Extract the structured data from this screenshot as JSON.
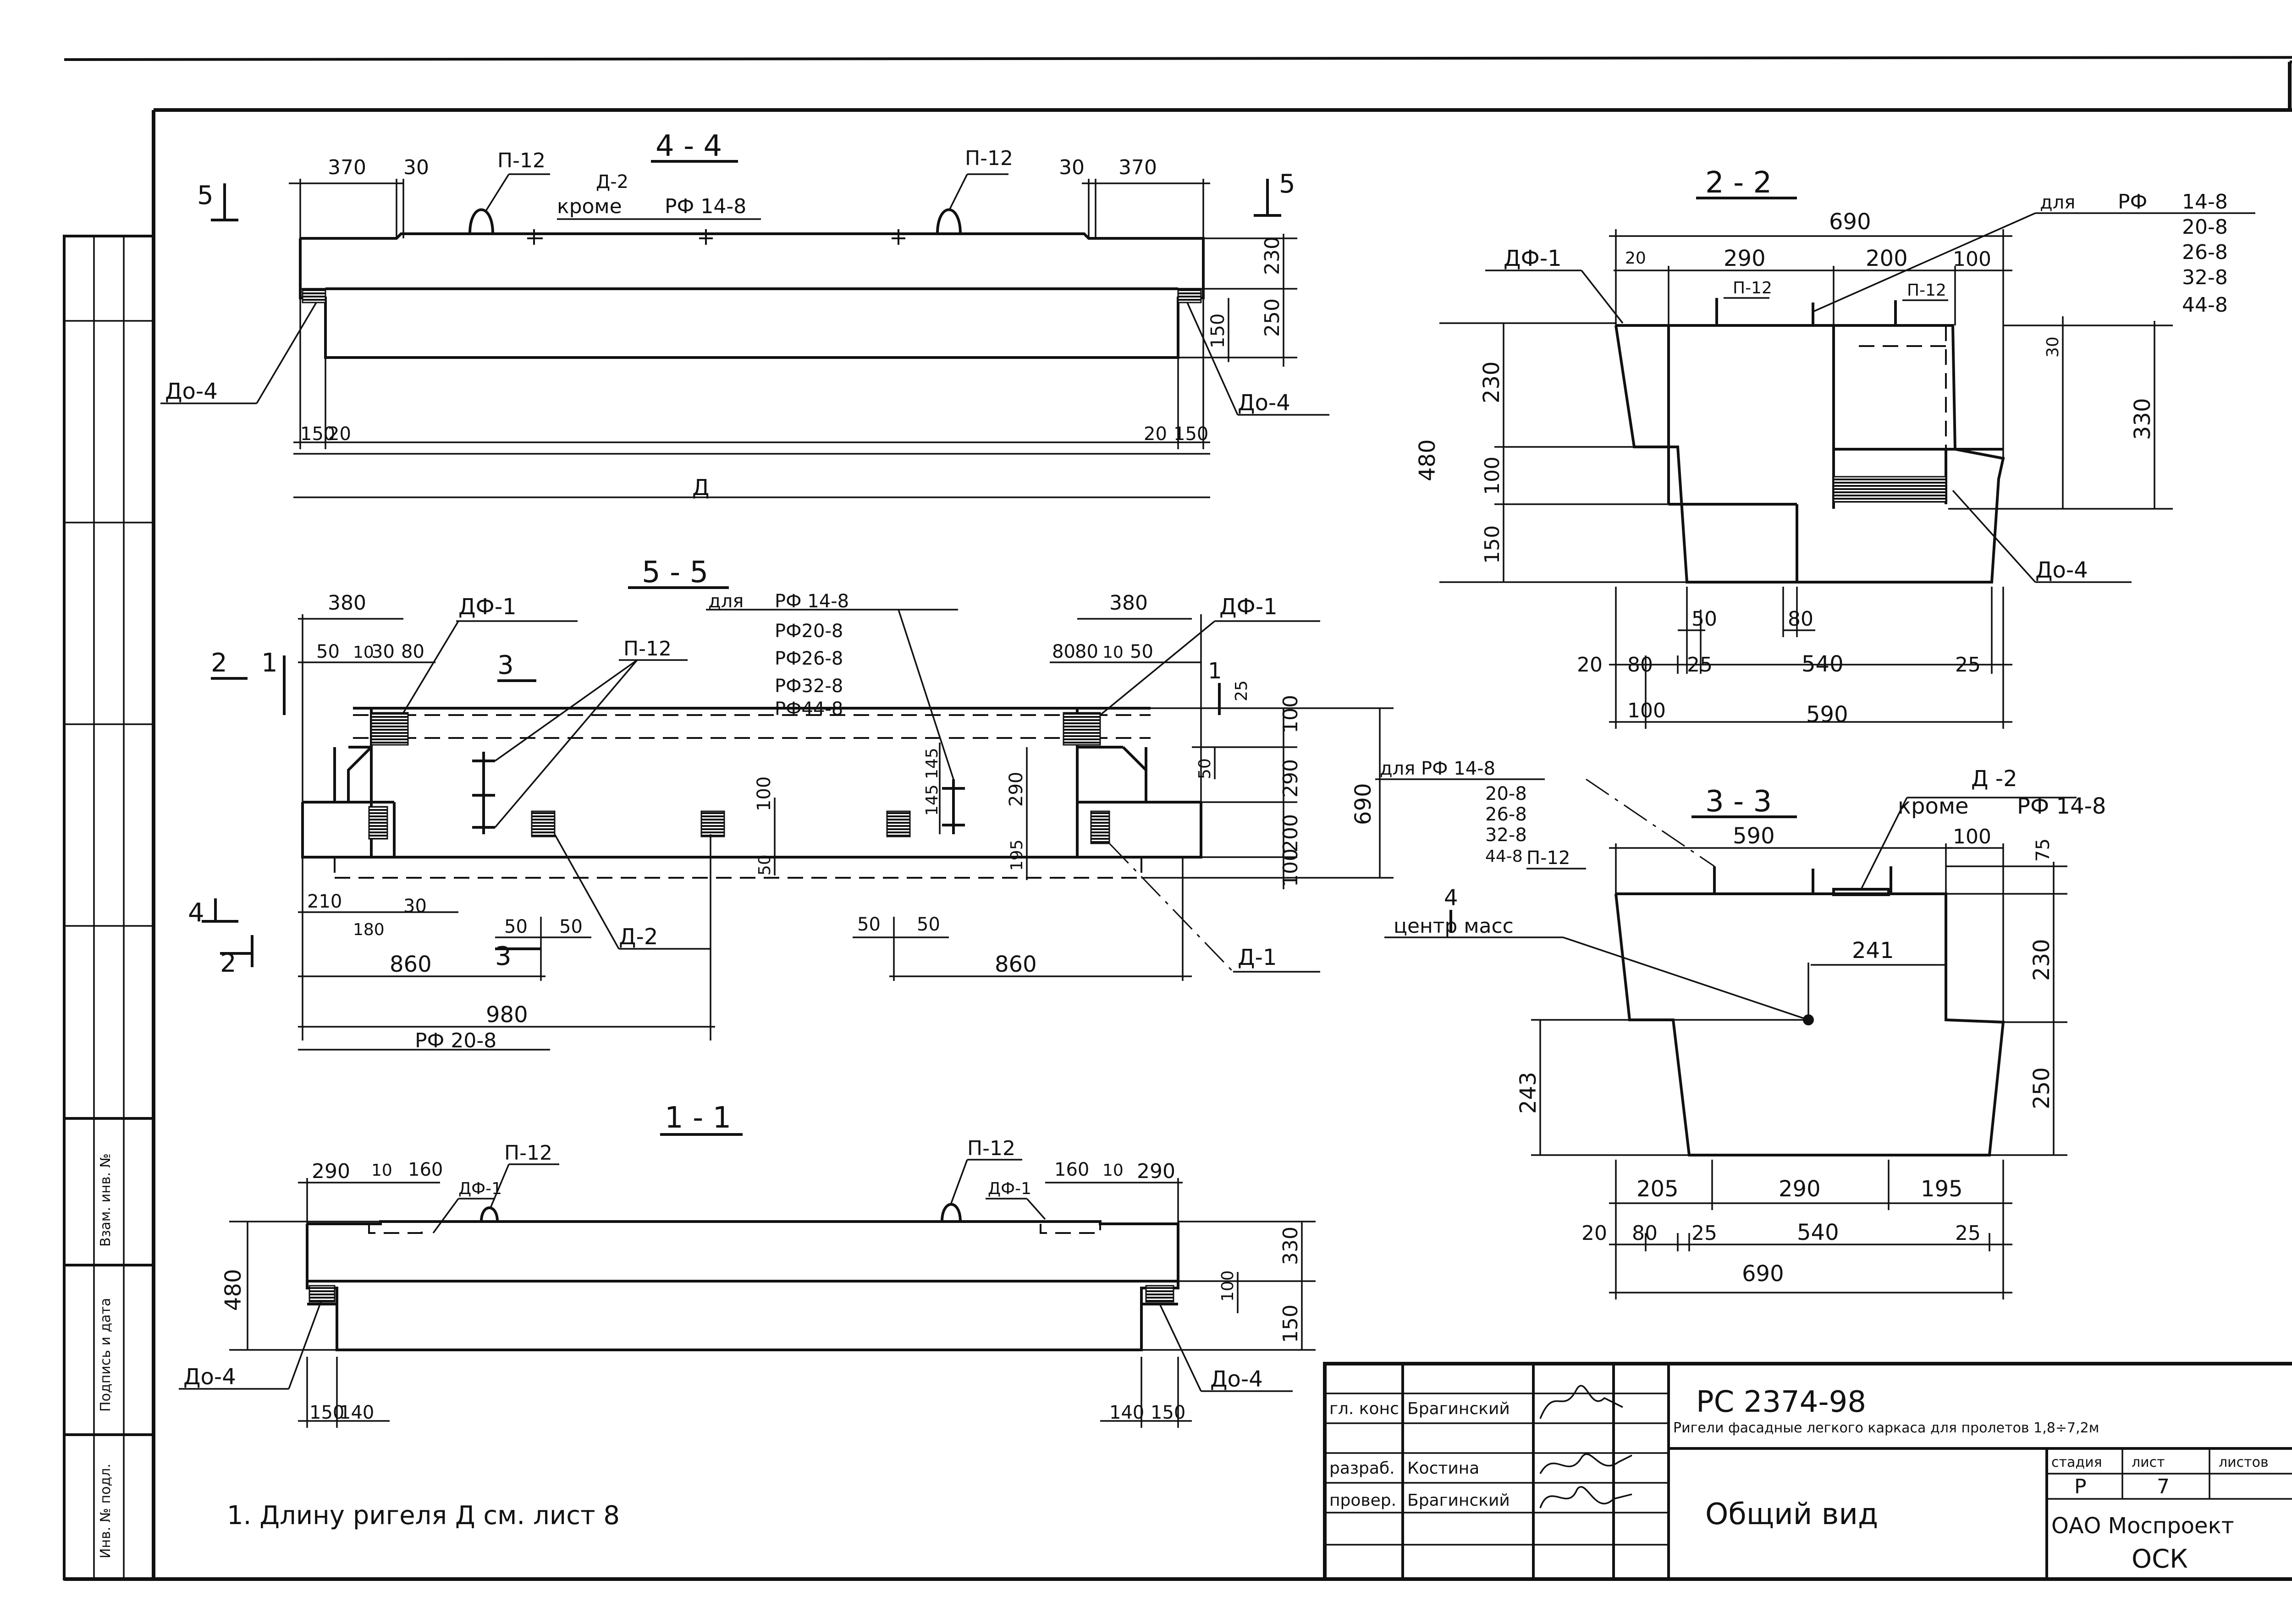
{
  "sections": {
    "s44": {
      "title": "4 - 4",
      "marker": "5",
      "marker_right": "5",
      "dims": {
        "d370a": "370",
        "d30a": "30",
        "d30b": "30",
        "d370b": "370",
        "d230": "230",
        "d250": "250",
        "d150v": "150",
        "d150a": "150",
        "d20a": "20",
        "d20b": "20",
        "d150b": "150",
        "dL": "Д"
      },
      "labels": {
        "p12a": "П-12",
        "p12b": "П-12",
        "d2": "Д-2",
        "krome": "кроме",
        "rf148": "РФ 14-8",
        "do4a": "До-4",
        "do4b": "До-4"
      }
    },
    "s55": {
      "title": "5 - 5",
      "dims": {
        "d380a": "380",
        "d50a": "50",
        "d10a": "10",
        "d30a": "30",
        "d80a": "80",
        "d380b": "380",
        "d80b": "80",
        "d80c": "80",
        "d10b": "10",
        "d50b": "50",
        "d100": "100",
        "d290": "290",
        "d200": "200",
        "d100b": "100",
        "d690": "690",
        "d25": "25",
        "d50c": "50",
        "d145a": "145",
        "d145b": "145",
        "d290b": "290",
        "d100c": "100",
        "d195": "195",
        "d50d": "50",
        "d210": "210",
        "d180": "180",
        "d30b": "30",
        "d50e": "50",
        "d50f": "50",
        "d50g": "50",
        "d50h": "50",
        "d860a": "860",
        "d860b": "860",
        "d980": "980"
      },
      "labels": {
        "df1a": "ДФ-1",
        "df1b": "ДФ-1",
        "p12": "П-12",
        "dlya": "для",
        "rf148": "РФ 14-8",
        "rf208": "РФ20-8",
        "rf268": "РФ26-8",
        "rf328": "РФ32-8",
        "rf448": "РФ44-8",
        "d2": "Д-2",
        "d1": "Д-1",
        "rf208b": "РФ 20-8",
        "cut2": "2",
        "cut1": "1",
        "cut3": "3",
        "cut4": "4",
        "cut2b": "2",
        "cut3b": "3",
        "cut1r": "1"
      }
    },
    "s11": {
      "title": "1 - 1",
      "dims": {
        "d290a": "290",
        "d10a": "10",
        "d160a": "160",
        "d160b": "160",
        "d10b": "10",
        "d290b": "290",
        "d480": "480",
        "d330": "330",
        "d100": "100",
        "d150v": "150",
        "d150a": "150",
        "d140a": "140",
        "d140b": "140",
        "d150b": "150"
      },
      "labels": {
        "p12a": "П-12",
        "p12b": "П-12",
        "df1a": "ДФ-1",
        "df1b": "ДФ-1",
        "do4a": "До-4",
        "do4b": "До-4"
      }
    },
    "s22": {
      "title": "2 - 2",
      "dims": {
        "d690": "690",
        "d20": "20",
        "d290": "290",
        "d200": "200",
        "d100": "100",
        "d230": "230",
        "d480": "480",
        "d100v": "100",
        "d150v": "150",
        "d30": "30",
        "d330": "330",
        "d50": "50",
        "d80": "80",
        "d20b": "20",
        "d80b": "80",
        "d25a": "25",
        "d540": "540",
        "d25b": "25",
        "d100b": "100",
        "d590": "590"
      },
      "labels": {
        "df1": "ДФ-1",
        "p12a": "П-12",
        "p12b": "П-12",
        "dlya": "для",
        "rf": "РФ",
        "rf148": "14-8",
        "rf208": "20-8",
        "rf268": "26-8",
        "rf328": "32-8",
        "rf448": "44-8",
        "do4": "До-4"
      }
    },
    "s33": {
      "title": "3 - 3",
      "dims": {
        "d590": "590",
        "d100": "100",
        "d75": "75",
        "d230": "230",
        "d241": "241",
        "d243": "243",
        "d250": "250",
        "d205": "205",
        "d290": "290",
        "d195": "195",
        "d20": "20",
        "d80": "80",
        "d25a": "25",
        "d540": "540",
        "d25b": "25",
        "d690": "690"
      },
      "labels": {
        "d2": "Д -2",
        "krome": "кроме",
        "rf148": "РФ 14-8",
        "dlya": "для РФ 14-8",
        "rf208": "20-8",
        "rf268": "26-8",
        "rf328": "32-8",
        "rf448": "44-8",
        "p12": "П-12",
        "center": "центр масс",
        "cut4": "4"
      }
    }
  },
  "note": "1. Длину ригеля Д см. лист 8",
  "side_stamp": {
    "c1": "Инв. № подл.",
    "c2": "Подпись и дата",
    "c3": "Взам. инв. №"
  },
  "title_block": {
    "r1_role": "гл. конс",
    "r1_name": "Брагинский",
    "r2_role": "разраб.",
    "r2_name": "Костина",
    "r3_role": "провер.",
    "r3_name": "Брагинский",
    "code": "РС 2374-98",
    "subtitle": "Ригели фасадные легкого каркаса для пролетов 1,8÷7,2м",
    "sheet_title": "Общий вид",
    "h_stage": "стадия",
    "h_sheet": "лист",
    "h_sheets": "листов",
    "v_stage": "Р",
    "v_sheet": "7",
    "org1": "ОАО Моспроект",
    "org2": "ОСК"
  }
}
